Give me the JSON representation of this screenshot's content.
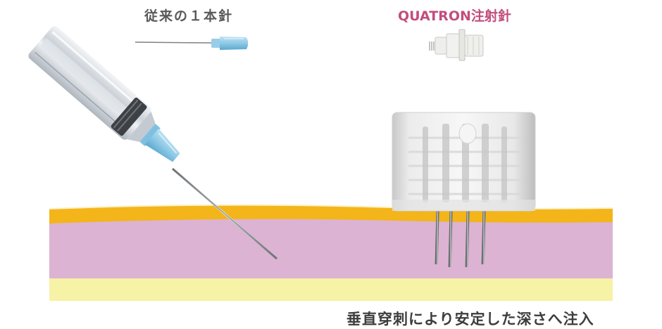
{
  "labels": {
    "conventional": "従来の１本針",
    "quatron": "QUATRON注射針",
    "caption": "垂直穿刺により安定した深さへ注入"
  },
  "colors": {
    "label_gray": "#595959",
    "label_pink": "#c24d7d",
    "caption": "#3d3d3d",
    "fat_layer": "#f3b519",
    "dermis_layer": "#dcb3d2",
    "subcutis_layer": "#f6f2a6",
    "needle_hub": "#8fc9e6"
  },
  "icons": {
    "conventional_needle": "single-needle-icon",
    "quatron_needle": "quatron-needle-icon",
    "syringe": "syringe-icon",
    "quatron_head": "quatron-head-icon"
  }
}
